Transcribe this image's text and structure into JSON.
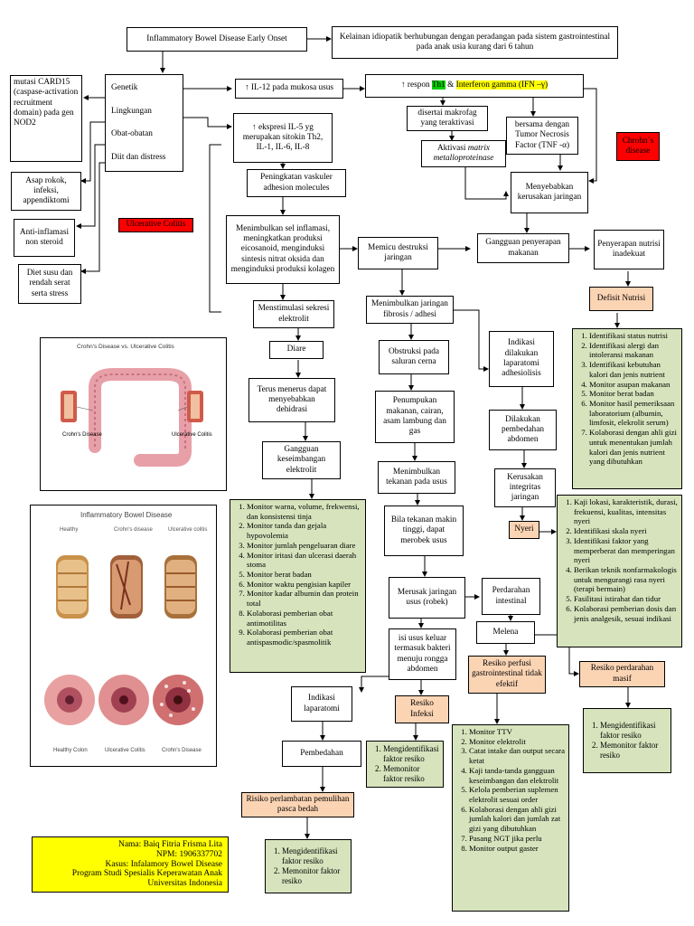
{
  "title": "Inflammatory Bowel Disease Early Onset",
  "definition": "Kelainan idiopatik berhubungan dengan peradangan pada sistem gastrointestinal pada anak usia kurang dari 6 tahun",
  "causes": [
    "Genetik",
    "Lingkungan",
    "Obat-obatan",
    "Diit dan distress"
  ],
  "genetic_note": "mutasi CARD15 (caspase-activation recruitment domain) pada gen NOD2",
  "env_note": "Asap rokok, infeksi, appendiktomi",
  "drug_note": "Anti-inflamasi non steroid",
  "diet_note": "Diet susu dan rendah serat serta stress",
  "il12": "↑ IL-12 pada mukosa usus",
  "th1": {
    "pre": "↑ respon ",
    "th1": "Th1",
    "amp": " & ",
    "ifn": "Interferon gamma (IFN –γ)"
  },
  "th2": "↑ ekspresi IL-5 yg merupakan sitokin Th2, IL-1, IL-6, IL-8",
  "macro": "disertai makrofag yang teraktivasi",
  "mmp": {
    "pre": "Aktivasi ",
    "italic": "matrix metalloproteinase"
  },
  "tnf": "bersama dengan Tumor Necrosis Factor (TNF -α)",
  "crohn_label": "Chrohn`s disease",
  "tissue_damage": "Menyebabkan kerusakan jaringan",
  "vascular": "Peningkatan vaskuler adhesion molecules",
  "uc_label": "Ulcerative Colitis",
  "inflammation": "Menimbulkan sel inflamasi, meningkatkan produksi eicosanoid, menginduksi sintesis nitrat oksida dan menginduksi produksi kolagen",
  "destruction": "Memicu destruksi jaringan",
  "malabsorption": "Gangguan penyerapan makanan",
  "absorption_inadequate": "Penyerapan nutrisi inadekuat",
  "nutrition_deficit": "Defisit Nutrisi",
  "nutrition_interventions": [
    "Identifikasi status nutrisi",
    "Identifikasi alergi dan intoleransi makanan",
    "Identifikasi kebutuhan kalori dan jenis nutrient",
    "Monitor asupan makanan",
    "Monitor berat badan",
    "Monitor hasil pemeriksaan laboratorium (albumin, limfosit, elekrolit serum)",
    "Kolaborasi dengan ahli gizi untuk menentukan jumlah kalori dan jenis nutrient yang dibutuhkan"
  ],
  "electrolyte_secretion": "Menstimulasi sekresi elektrolit",
  "fibrosis": "Menimbulkan jaringan fibrosis / adhesi",
  "diarrhea": "Diare",
  "obstruction": "Obstruksi pada saluran cerna",
  "laparotomy_indication": "Indikasi dilakukan laparatomi adhesiolisis",
  "dehydration": "Terus menerus dapat menyebabkan dehidrasi",
  "accumulation": "Penumpukan makanan, cairan, asam lambung dan gas",
  "abd_incision": "Dilakukan pembedahan abdomen",
  "electrolyte_imbalance": "Gangguan keseimbangan elektrolit",
  "pressure": "Menimbulkan tekanan pada usus",
  "integrity": "Kerusakan integritas jaringan",
  "pain": "Nyeri",
  "pain_interventions": [
    "Kaji lokasi, karakteristik, durasi, frekuensi, kualitas, intensitas nyeri",
    "Identifikasi skala nyeri",
    "Identifikasi faktor yang memperberat dan memperingan nyeri",
    "Berikan teknik nonfarmakologis untuk mengurangi rasa nyeri (terapi bermain)",
    "Fasilitasi istirahat dan tidur",
    "Kolaborasi pemberian dosis dan jenis analgesik, sesuai indikasi"
  ],
  "electrolyte_interventions": [
    "Monitor warna, volume, frekwensi, dan konsistensi tinja",
    "Monitor tanda dan gejala hypovolemia",
    "Monitor jumlah pengeluaran diare",
    "Monitor iritasi dan ulcerasi daerah stoma",
    "Monitor berat badan",
    "Monitor waktu pengisian kapiler",
    "Monitor kadar albumin dan protein total",
    "Kolaborasi pemberian obat antimotilitas",
    "Kolaborasi pemberian obat antispasmodic/spasmolitik"
  ],
  "rupture_risk": "Bila tekanan makin tinggi, dapat merobek usus",
  "tissue_rupture": "Merusak jaringan usus (robek)",
  "bleeding": "Perdarahan intestinal",
  "melena": "Melena",
  "bacteria": "isi usus keluar termasuk bakteri menuju rongga abdomen",
  "perfusion_risk": "Resiko perfusi gastrointestinal tidak efektif",
  "bleeding_risk": "Resiko perdarahan masif",
  "laparotomy": "Indikasi laparatomi",
  "infection_risk": "Resiko Infeksi",
  "bleeding_interventions": [
    "Mengidentifikasi faktor resiko",
    "Memonitor faktor resiko"
  ],
  "infection_interventions": [
    "Mengidentifikasi faktor resiko",
    "Memonitor faktor resiko"
  ],
  "surgery": "Pembedahan",
  "perfusion_interventions": [
    "Monitor TTV",
    "Monitor elektrolit",
    "Catat intake dan output secara ketat",
    "Kaji tanda-tanda gangguan keseimbangan dan elektrolit",
    "Kelola pemberian suplemen elektrolit sesuai order",
    "Kolaborasi dengan ahli gizi jumlah kalori dan jumlah zat gizi yang dibutuhkan",
    "Pasang NGT jika perlu",
    "Monitor output gaster"
  ],
  "recovery_risk": "Risiko perlambatan pemulihan pasca bedah",
  "recovery_interventions": [
    "Mengidentifikasi faktor resiko",
    "Memonitor faktor resiko"
  ],
  "author": [
    "Nama: Baiq Fitria Frisma Lita",
    "NPM: 1906337702",
    "Kasus: Infalamory Bowel Disease",
    "Program Studi Spesialis Keperawatan Anak",
    "Universitas Indonesia"
  ],
  "image1": {
    "title": "Crohn's Disease vs. Ulcerative Colitis",
    "left_label": "Crohn's Disease",
    "right_label": "Ulcerative Colitis"
  },
  "image2": {
    "title": "Inflammatory Bowel Disease",
    "headers": [
      "Healthy",
      "Crohn's disease",
      "Ulcerative colitis"
    ],
    "bottom_labels": [
      "Healthy Colon",
      "Ulcerative Colitis",
      "Crohn's Disease"
    ]
  },
  "colors": {
    "green_box": "#d6e3bc",
    "orange_box": "#fbd4b4",
    "red_label": "#ff0000",
    "yellow_box": "#ffff00"
  }
}
